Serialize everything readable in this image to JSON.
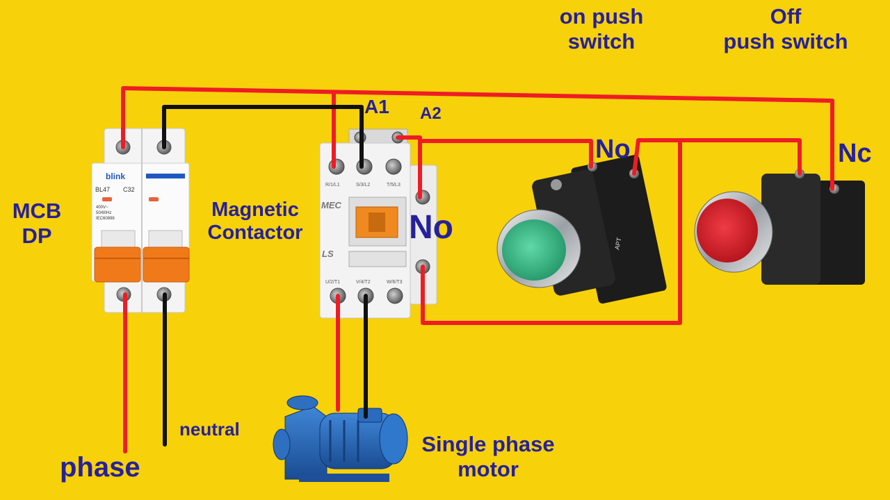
{
  "labels": {
    "on_push": {
      "line1": "on push",
      "line2": "switch"
    },
    "off_push": {
      "line1": "Off",
      "line2": "push switch"
    },
    "mcb": {
      "line1": "MCB",
      "line2": "DP"
    },
    "contactor": {
      "line1": "Magnetic",
      "line2": "Contactor"
    },
    "motor": {
      "line1": "Single phase",
      "line2": "motor"
    },
    "phase": "phase",
    "neutral": "neutral",
    "a1": "A1",
    "a2": "A2",
    "no_contactor": "No",
    "no_switch": "No",
    "nc_switch": "Nc"
  },
  "mcb_device": {
    "brand": "blink",
    "model": "BL47",
    "rating": "C32",
    "spec_line1": "400V~",
    "spec_line2": "50/60Hz",
    "spec_line3": "IEC60898"
  },
  "contactor_device": {
    "brand": "MEC",
    "maker": "LS",
    "top_terminals": [
      "R/1/L1",
      "S/3/L2",
      "T/5/L3"
    ],
    "bottom_terminals": [
      "U/2/T1",
      "V/4/T2",
      "W/6/T3"
    ]
  },
  "switch_device": {
    "maker": "APT"
  },
  "colors": {
    "background": "#f7d10a",
    "label_text": "#26219a",
    "phase_wire": "#ee1c25",
    "neutral_wire": "#111111",
    "on_button": "#3fbf8a",
    "off_button": "#d81e2a",
    "motor": "#1f5fb0"
  }
}
